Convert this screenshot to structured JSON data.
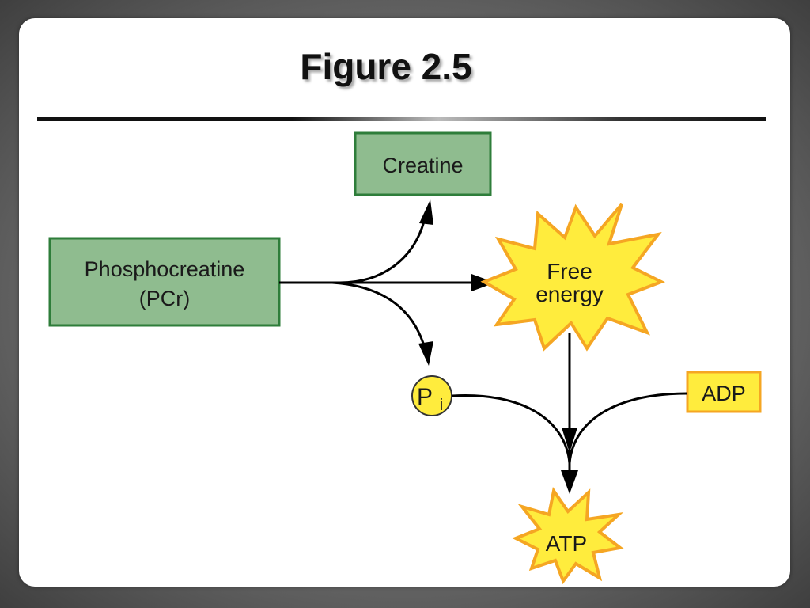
{
  "title": "Figure 2.5",
  "nodes": {
    "creatine": "Creatine",
    "phosphocreatine_line1": "Phosphocreatine",
    "phosphocreatine_line2": "(PCr)",
    "free_energy_line1": "Free",
    "free_energy_line2": "energy",
    "pi_main": "P",
    "pi_sub": "i",
    "adp": "ADP",
    "atp": "ATP"
  },
  "colors": {
    "green_box_fill": "#8fbc8f",
    "green_box_border": "#2e7d3a",
    "yellow_fill": "#ffec3d",
    "orange_border": "#f5a623",
    "arrow": "#000000"
  }
}
